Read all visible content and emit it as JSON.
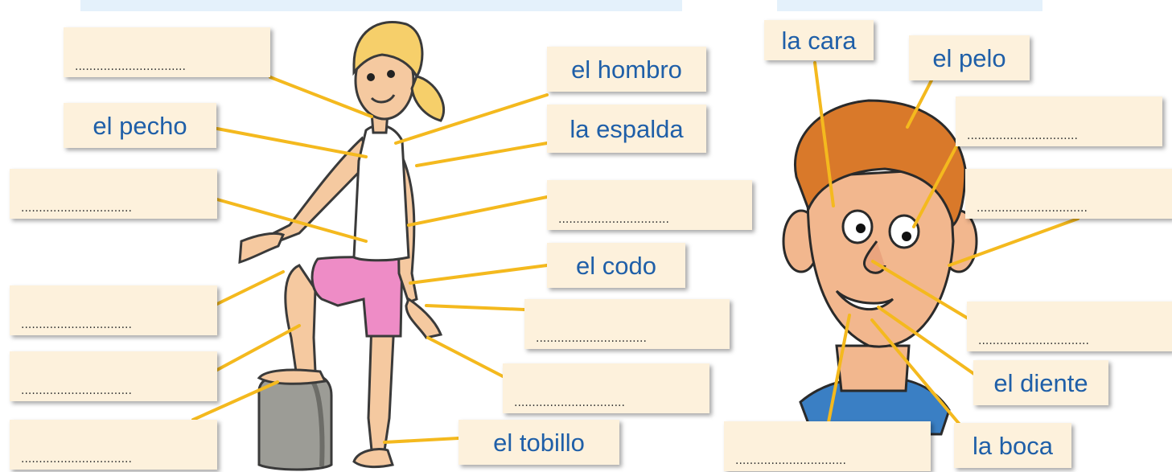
{
  "colors": {
    "label_bg": "#fdf1dc",
    "label_text": "#1f5fa8",
    "leader_line": "#f4b91e",
    "top_bar": "#e4f1fb"
  },
  "dots": "...............................",
  "body_figure": {
    "labels": {
      "pecho": "el pecho",
      "hombro": "el hombro",
      "espalda": "la espalda",
      "codo": "el codo",
      "tobillo": "el tobillo"
    }
  },
  "face_figure": {
    "labels": {
      "cara": "la cara",
      "pelo": "el pelo",
      "diente": "el diente",
      "boca": "la boca"
    }
  },
  "illustrations": [
    "girl-illustration",
    "boy-face-illustration"
  ]
}
